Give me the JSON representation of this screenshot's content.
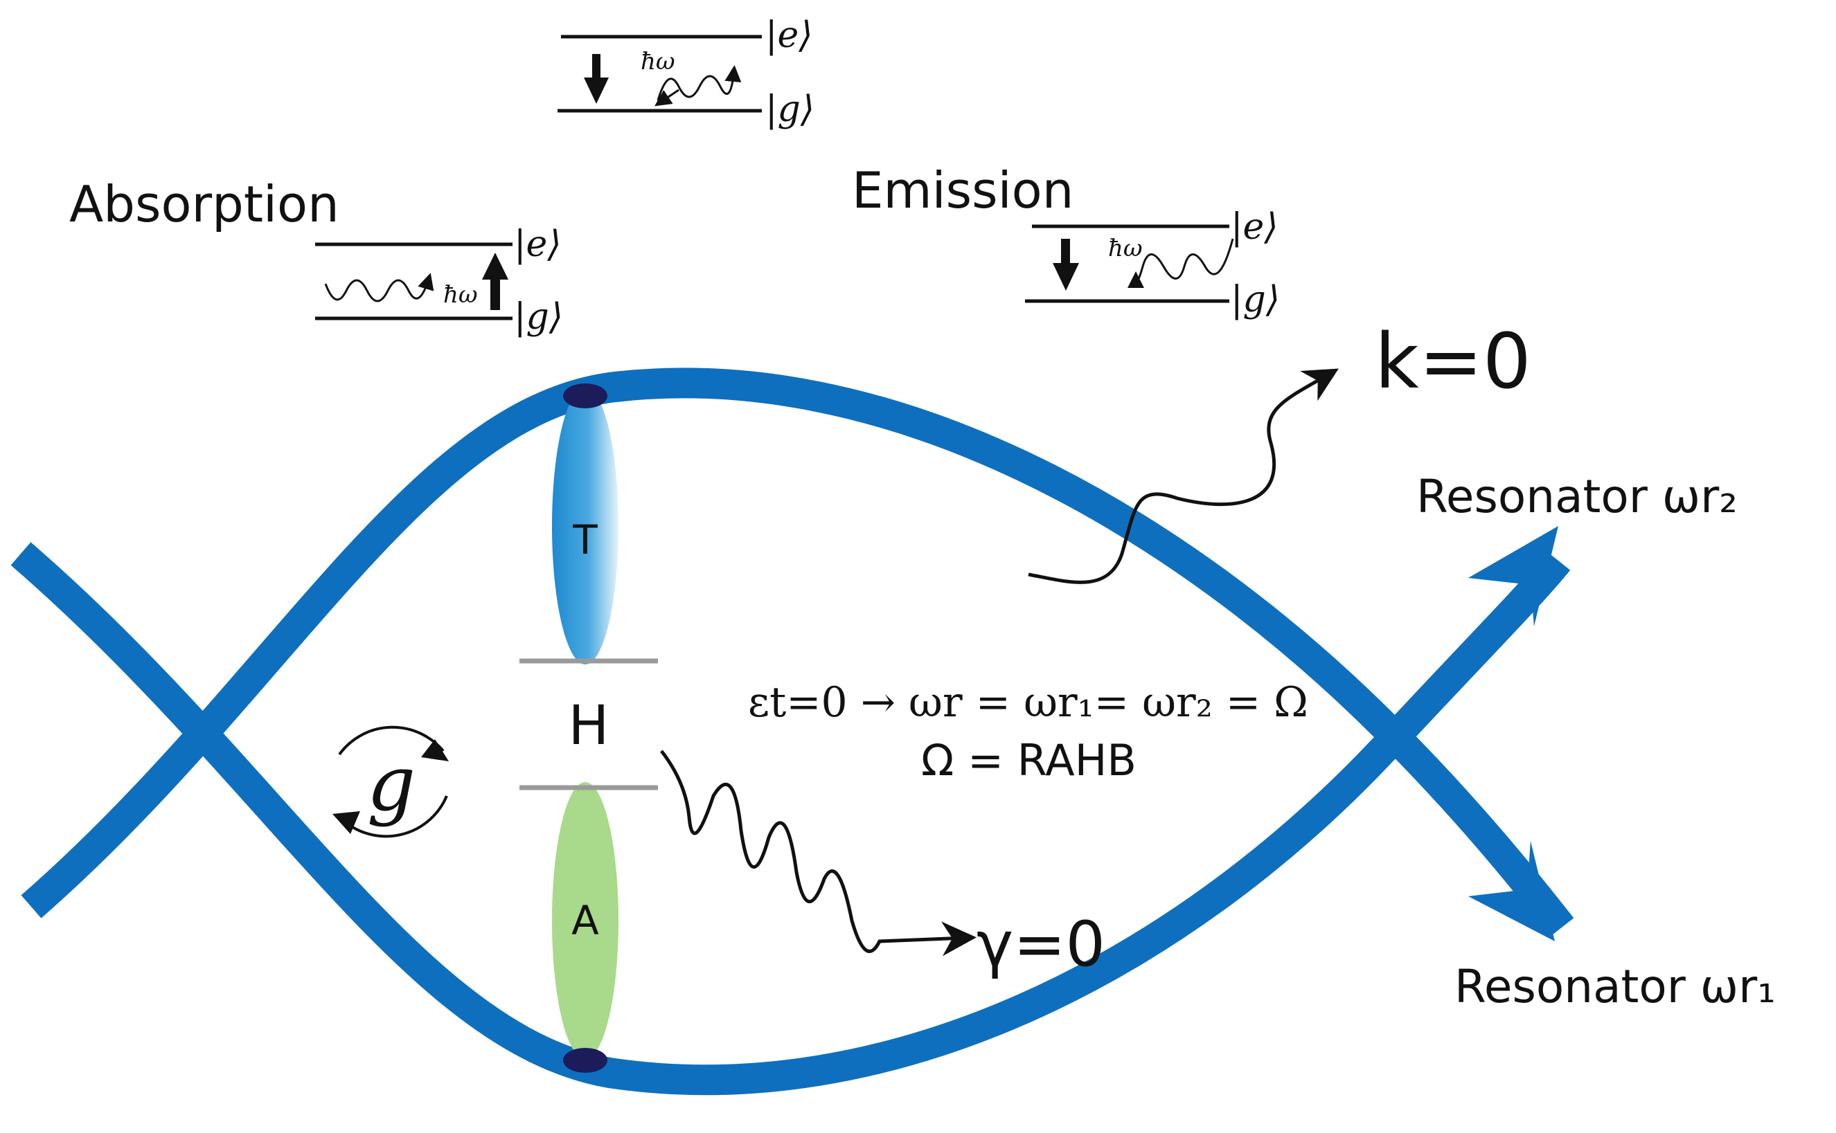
{
  "colors": {
    "resonator": "#0e6fbf",
    "ink": "#111111",
    "node": "#1c1c5a",
    "t_lobe": "#2a95d6",
    "a_lobe": "#a9d98a",
    "level_gray": "#9a9a9a"
  },
  "labels": {
    "absorption": "Absorption",
    "emission": "Emission",
    "excited_ket": "|e⟩",
    "ground_ket": "|g⟩",
    "photon": "ħω",
    "k_zero": "k=0",
    "resonator_r2": "Resonator ωr₂",
    "resonator_r1": "Resonator ωr₁",
    "t_label": "T",
    "h_label": "H",
    "a_label": "A",
    "coupling": "g",
    "gamma_zero": "γ=0",
    "equation_line1": "εt=0 → ωr = ωr₁= ωr₂ = Ω",
    "equation_line2": "Ω = RAHB"
  },
  "icons": {
    "rotation": "circular-arrows-icon",
    "down_arrow": "down-arrow-icon",
    "up_arrow": "up-arrow-icon",
    "photon_wave": "wavy-arrow-icon"
  }
}
